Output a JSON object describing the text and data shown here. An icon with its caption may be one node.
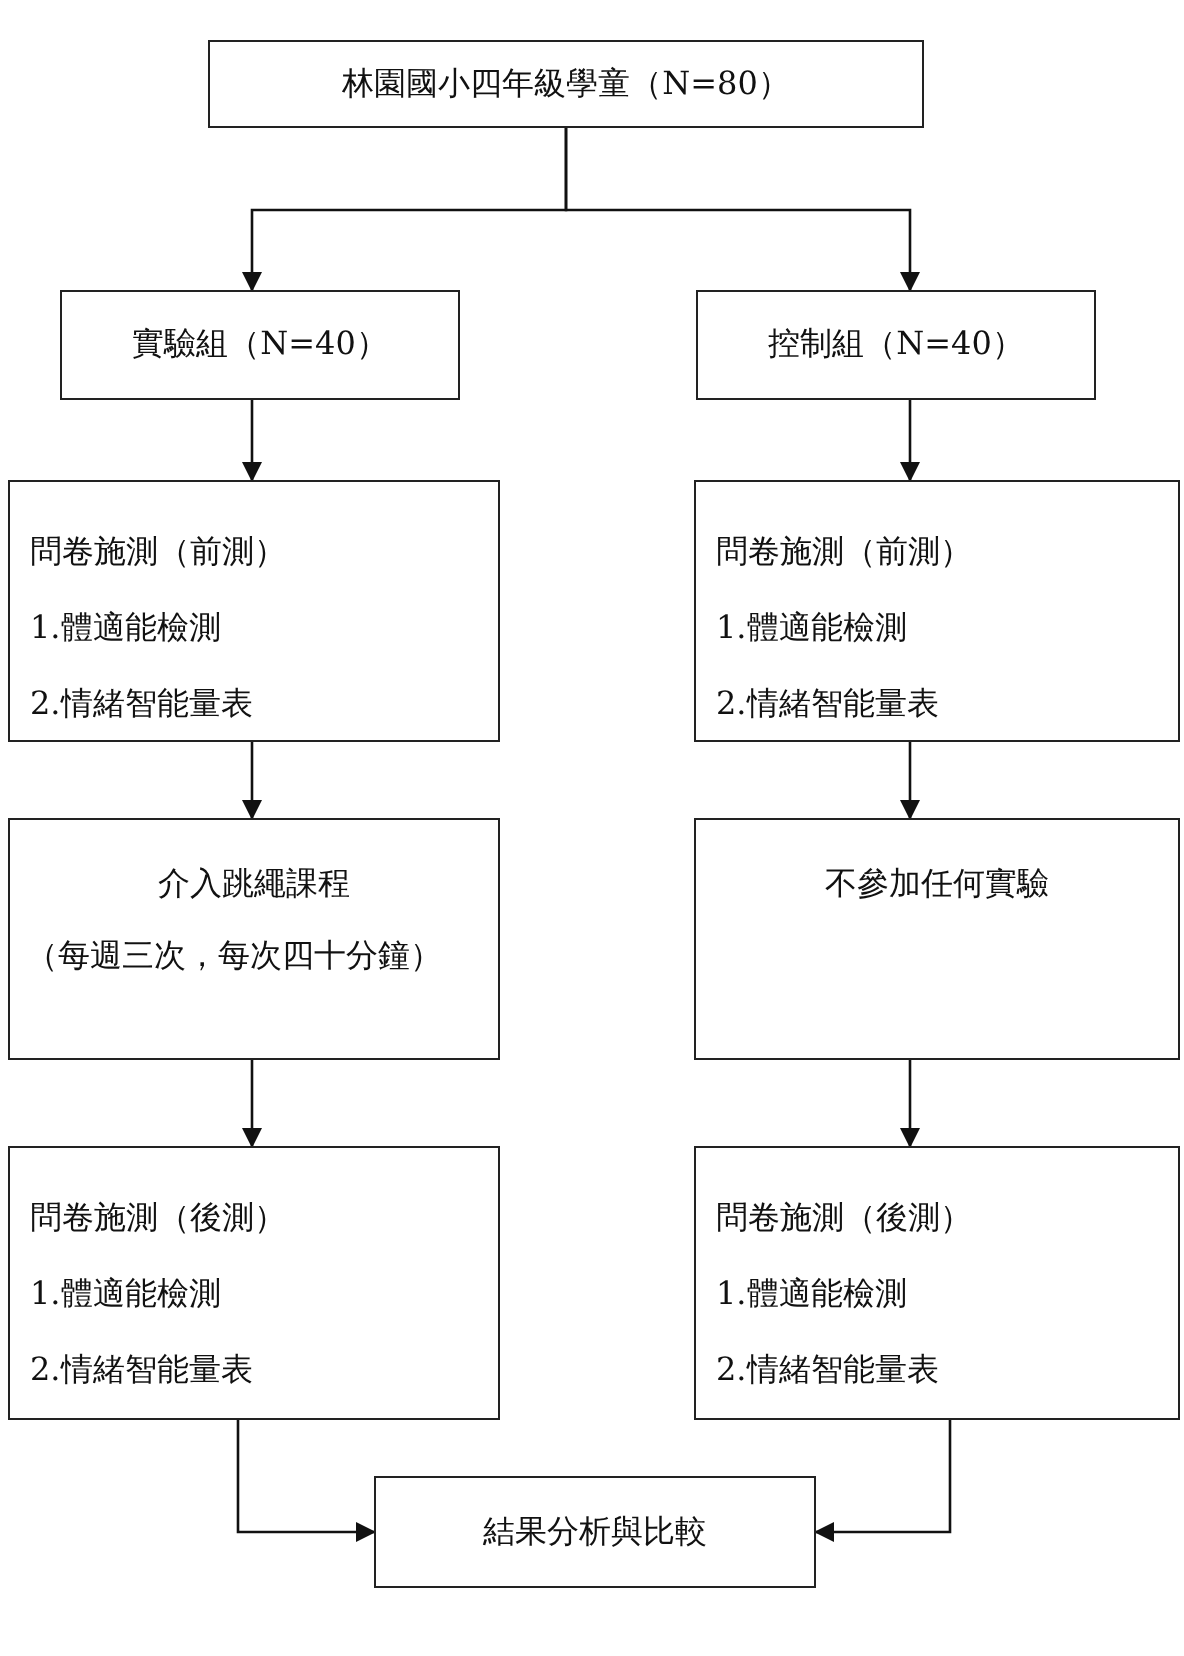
{
  "diagram": {
    "nodes": [
      {
        "text": [
          "林園國小四年級學童（N=80）"
        ]
      },
      {
        "text": [
          "實驗組（N=40）"
        ]
      },
      {
        "text": [
          "控制組（N=40）"
        ]
      },
      {
        "text": [
          "問卷施測（前測）",
          "1.體適能檢測",
          "2.情緒智能量表"
        ]
      },
      {
        "text": [
          "問卷施測（前測）",
          "1.體適能檢測",
          "2.情緒智能量表"
        ]
      },
      {
        "text": [
          "介入跳繩課程",
          "（每週三次，每次四十分鐘）"
        ]
      },
      {
        "text": [
          "不參加任何實驗"
        ]
      },
      {
        "text": [
          "問卷施測（後測）",
          "1.體適能檢測",
          "2.情緒智能量表"
        ]
      },
      {
        "text": [
          "問卷施測（後測）",
          "1.體適能檢測",
          "2.情緒智能量表"
        ]
      },
      {
        "text": [
          "結果分析與比較"
        ]
      }
    ],
    "edges": [
      {
        "from": 0,
        "to": 1,
        "arrow": "to"
      },
      {
        "from": 0,
        "to": 2,
        "arrow": "to"
      },
      {
        "from": 1,
        "to": 3,
        "arrow": "to"
      },
      {
        "from": 2,
        "to": 4,
        "arrow": "to"
      },
      {
        "from": 3,
        "to": 5,
        "arrow": "to"
      },
      {
        "from": 4,
        "to": 6,
        "arrow": "to"
      },
      {
        "from": 5,
        "to": 7,
        "arrow": "to"
      },
      {
        "from": 6,
        "to": 8,
        "arrow": "to"
      },
      {
        "from": 7,
        "to": 9,
        "arrow": "to"
      },
      {
        "from": 8,
        "to": 9,
        "arrow": "to"
      }
    ]
  }
}
